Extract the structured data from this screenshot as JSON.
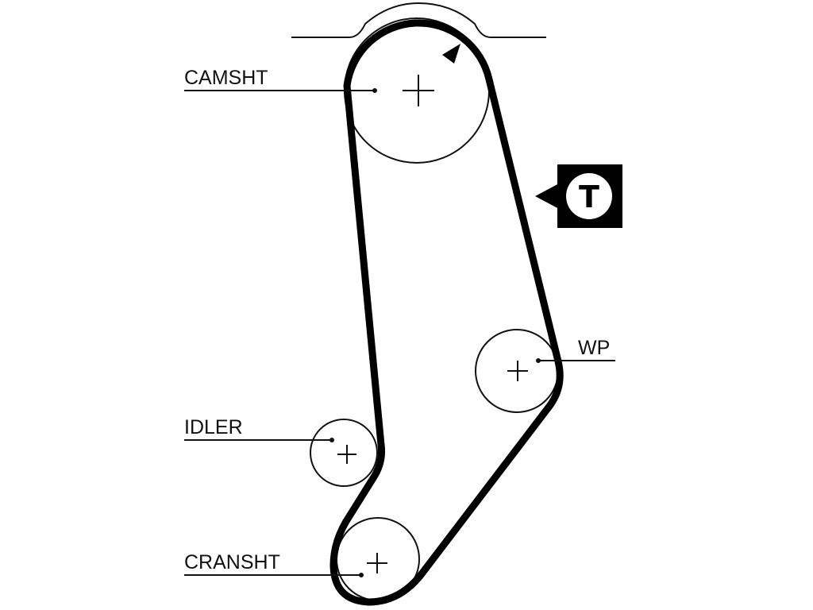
{
  "labels": {
    "camshaft": "CAMSHT",
    "idler": "IDLER",
    "crankshaft": "CRANSHT",
    "water_pump": "WP"
  },
  "tensioner_badge": {
    "letter": "T",
    "icon": "tensioner-marker-icon"
  },
  "rotation_arrow": {
    "icon": "rotation-direction-arrow-icon"
  },
  "colors": {
    "belt": "#000000",
    "outline": "#111111",
    "background": "#ffffff"
  }
}
